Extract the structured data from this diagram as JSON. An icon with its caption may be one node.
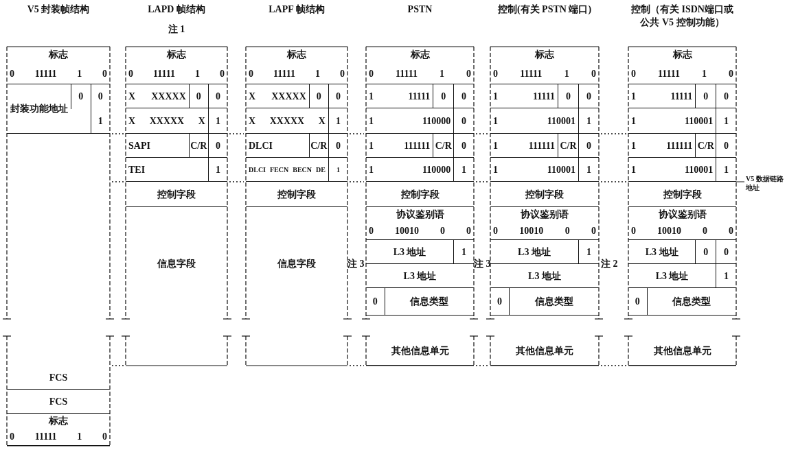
{
  "diagram": {
    "nodes": [
      {
        "text": [
          "V5 封装帧结构"
        ]
      },
      {
        "text": [
          "标志",
          "0 11111 1 0"
        ],
        "in": 0
      },
      {
        "text": [
          "封装功能地址",
          "0",
          "0",
          "1"
        ],
        "in": 0
      },
      {
        "text": [
          "FCS"
        ],
        "in": 0
      },
      {
        "text": [
          "FCS"
        ],
        "in": 0
      },
      {
        "text": [
          "标志",
          "0 11111 1 0"
        ],
        "in": 0
      },
      {
        "text": [
          "LAPD 帧结构"
        ],
        "beside": [
          "注 1"
        ]
      },
      {
        "text": [
          "标志",
          "0 11111 1 0"
        ],
        "in": 6
      },
      {
        "text": [
          "X XXXXX",
          "0",
          "0"
        ],
        "in": 6
      },
      {
        "text": [
          "X XXXXX X",
          "1"
        ],
        "in": 6
      },
      {
        "text": [
          "SAPI",
          "C/R",
          "0"
        ],
        "in": 6
      },
      {
        "text": [
          "TEI",
          "1"
        ],
        "in": 6
      },
      {
        "text": [
          "控制字段"
        ],
        "in": 6
      },
      {
        "text": [
          "信息字段"
        ],
        "in": 6
      },
      {
        "text": [
          "LAPF 帧结构"
        ]
      },
      {
        "text": [
          "标志",
          "0 11111 1 0"
        ],
        "in": 14
      },
      {
        "text": [
          "X XXXXX",
          "0",
          "0"
        ],
        "in": 14
      },
      {
        "text": [
          "X XXXXX X",
          "1"
        ],
        "in": 14
      },
      {
        "text": [
          "DLCI",
          "C/R",
          "0"
        ],
        "in": 14
      },
      {
        "text": [
          "DLCI FECN BECN DE",
          "1"
        ],
        "in": 14
      },
      {
        "text": [
          "控制字段"
        ],
        "in": 14
      },
      {
        "text": [
          "信息字段"
        ],
        "in": 14
      },
      {
        "text": [
          "PSTN"
        ]
      },
      {
        "text": [
          "标志",
          "0 11111 1 0"
        ],
        "in": 22
      },
      {
        "text": [
          "1 11111",
          "0",
          "0"
        ],
        "in": 22
      },
      {
        "text": [
          "1 110000",
          "0"
        ],
        "in": 22
      },
      {
        "text": [
          "1 111111",
          "C/R",
          "0"
        ],
        "in": 22
      },
      {
        "text": [
          "1 110000",
          "1"
        ],
        "in": 22
      },
      {
        "text": [
          "控制字段"
        ],
        "in": 22
      },
      {
        "text": [
          "协议鉴别语",
          "0 10010 0 0"
        ],
        "in": 22
      },
      {
        "text": [
          "L3 地址",
          "1"
        ],
        "in": 22
      },
      {
        "text": [
          "L3 地址"
        ],
        "in": 22
      },
      {
        "text": [
          "0",
          "信息类型"
        ],
        "in": 22
      },
      {
        "text": [
          "其他信息单元"
        ],
        "in": 22
      },
      {
        "text": [
          "控制(有关 PSTN 端口)"
        ]
      },
      {
        "text": [
          "标志",
          "0 11111 1 0"
        ],
        "in": 34
      },
      {
        "text": [
          "1 11111",
          "0",
          "0"
        ],
        "in": 34
      },
      {
        "text": [
          "1 110001",
          "1"
        ],
        "in": 34
      },
      {
        "text": [
          "1 111111",
          "C/R",
          "0"
        ],
        "in": 34
      },
      {
        "text": [
          "1 110001",
          "1"
        ],
        "in": 34
      },
      {
        "text": [
          "控制字段"
        ],
        "in": 34
      },
      {
        "text": [
          "协议鉴别语",
          "0 10010 0 0"
        ],
        "in": 34
      },
      {
        "text": [
          "L3 地址",
          "1"
        ],
        "in": 34
      },
      {
        "text": [
          "L3 地址"
        ],
        "in": 34
      },
      {
        "text": [
          "0",
          "信息类型"
        ],
        "in": 34
      },
      {
        "text": [
          "其他信息单元"
        ],
        "in": 34
      },
      {
        "text": [
          "控制（有关 ISDN端口或公共 V5 控制功能）"
        ]
      },
      {
        "text": [
          "标志",
          "0 11111 1 0"
        ],
        "in": 46
      },
      {
        "text": [
          "1 11111",
          "0",
          "0"
        ],
        "in": 46
      },
      {
        "text": [
          "1 110001",
          "1"
        ],
        "in": 46
      },
      {
        "text": [
          "1 111111",
          "C/R",
          "0"
        ],
        "in": 46
      },
      {
        "text": [
          "1 110001",
          "1"
        ],
        "in": 46
      },
      {
        "text": [
          "控制字段"
        ],
        "in": 46
      },
      {
        "text": [
          "协议鉴别语",
          "0 10010 0 0"
        ],
        "in": 46
      },
      {
        "text": [
          "L3 地址",
          "0",
          "0"
        ],
        "in": 46
      },
      {
        "text": [
          "L3 地址",
          "1"
        ],
        "in": 46
      },
      {
        "text": [
          "0",
          "信息类型"
        ],
        "in": 46
      },
      {
        "text": [
          "其他信息单元"
        ],
        "in": 46
      },
      {
        "text": [
          "V5 数据链路地址"
        ]
      }
    ],
    "edges": [
      {
        "from": 58,
        "to": 51,
        "arrow": "none"
      }
    ],
    "labels": [
      "注 3",
      "注 3",
      "注 2"
    ]
  }
}
